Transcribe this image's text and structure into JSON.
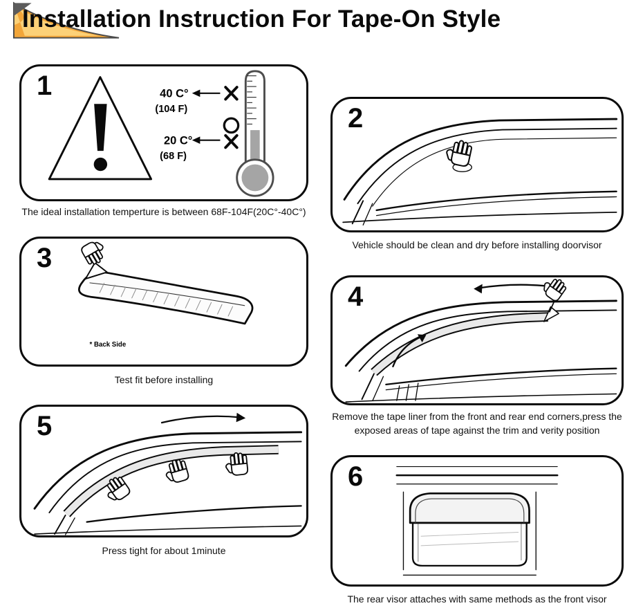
{
  "header": {
    "title": "Installation Instruction For Tape-On Style"
  },
  "colors": {
    "accent_orange": "#f2a63a",
    "accent_yellow": "#ffdf8e",
    "line_black": "#0a0a0a",
    "thermometer_gray": "#a5a5a5",
    "visor_band_gray": "#e9e9e9"
  },
  "icons": {
    "brand": "visor-swoosh-icon",
    "warning": "warning-triangle-icon",
    "thermometer": "thermometer-icon",
    "cross_mark": "✗",
    "circle_mark": "○",
    "arrow_left": "←",
    "arrow_right": "→",
    "hand": "hand-icon"
  },
  "steps": [
    {
      "number": "1",
      "caption": "The ideal installation temperture is between 68F-104F(20C°-40C°)",
      "temps": {
        "high_c": "40 C°",
        "high_f": "(104 F)",
        "low_c": "20 C°",
        "low_f": "(68 F)"
      }
    },
    {
      "number": "2",
      "caption": "Vehicle should be clean and dry before installing doorvisor"
    },
    {
      "number": "3",
      "caption": "Test fit before installing",
      "note": "* Back Side"
    },
    {
      "number": "4",
      "caption": "Remove the tape liner from the front and rear end corners,press the exposed areas of tape against the trim and verity position"
    },
    {
      "number": "5",
      "caption": "Press tight for about 1minute"
    },
    {
      "number": "6",
      "caption": "The rear visor attaches with same methods as the front visor"
    }
  ]
}
